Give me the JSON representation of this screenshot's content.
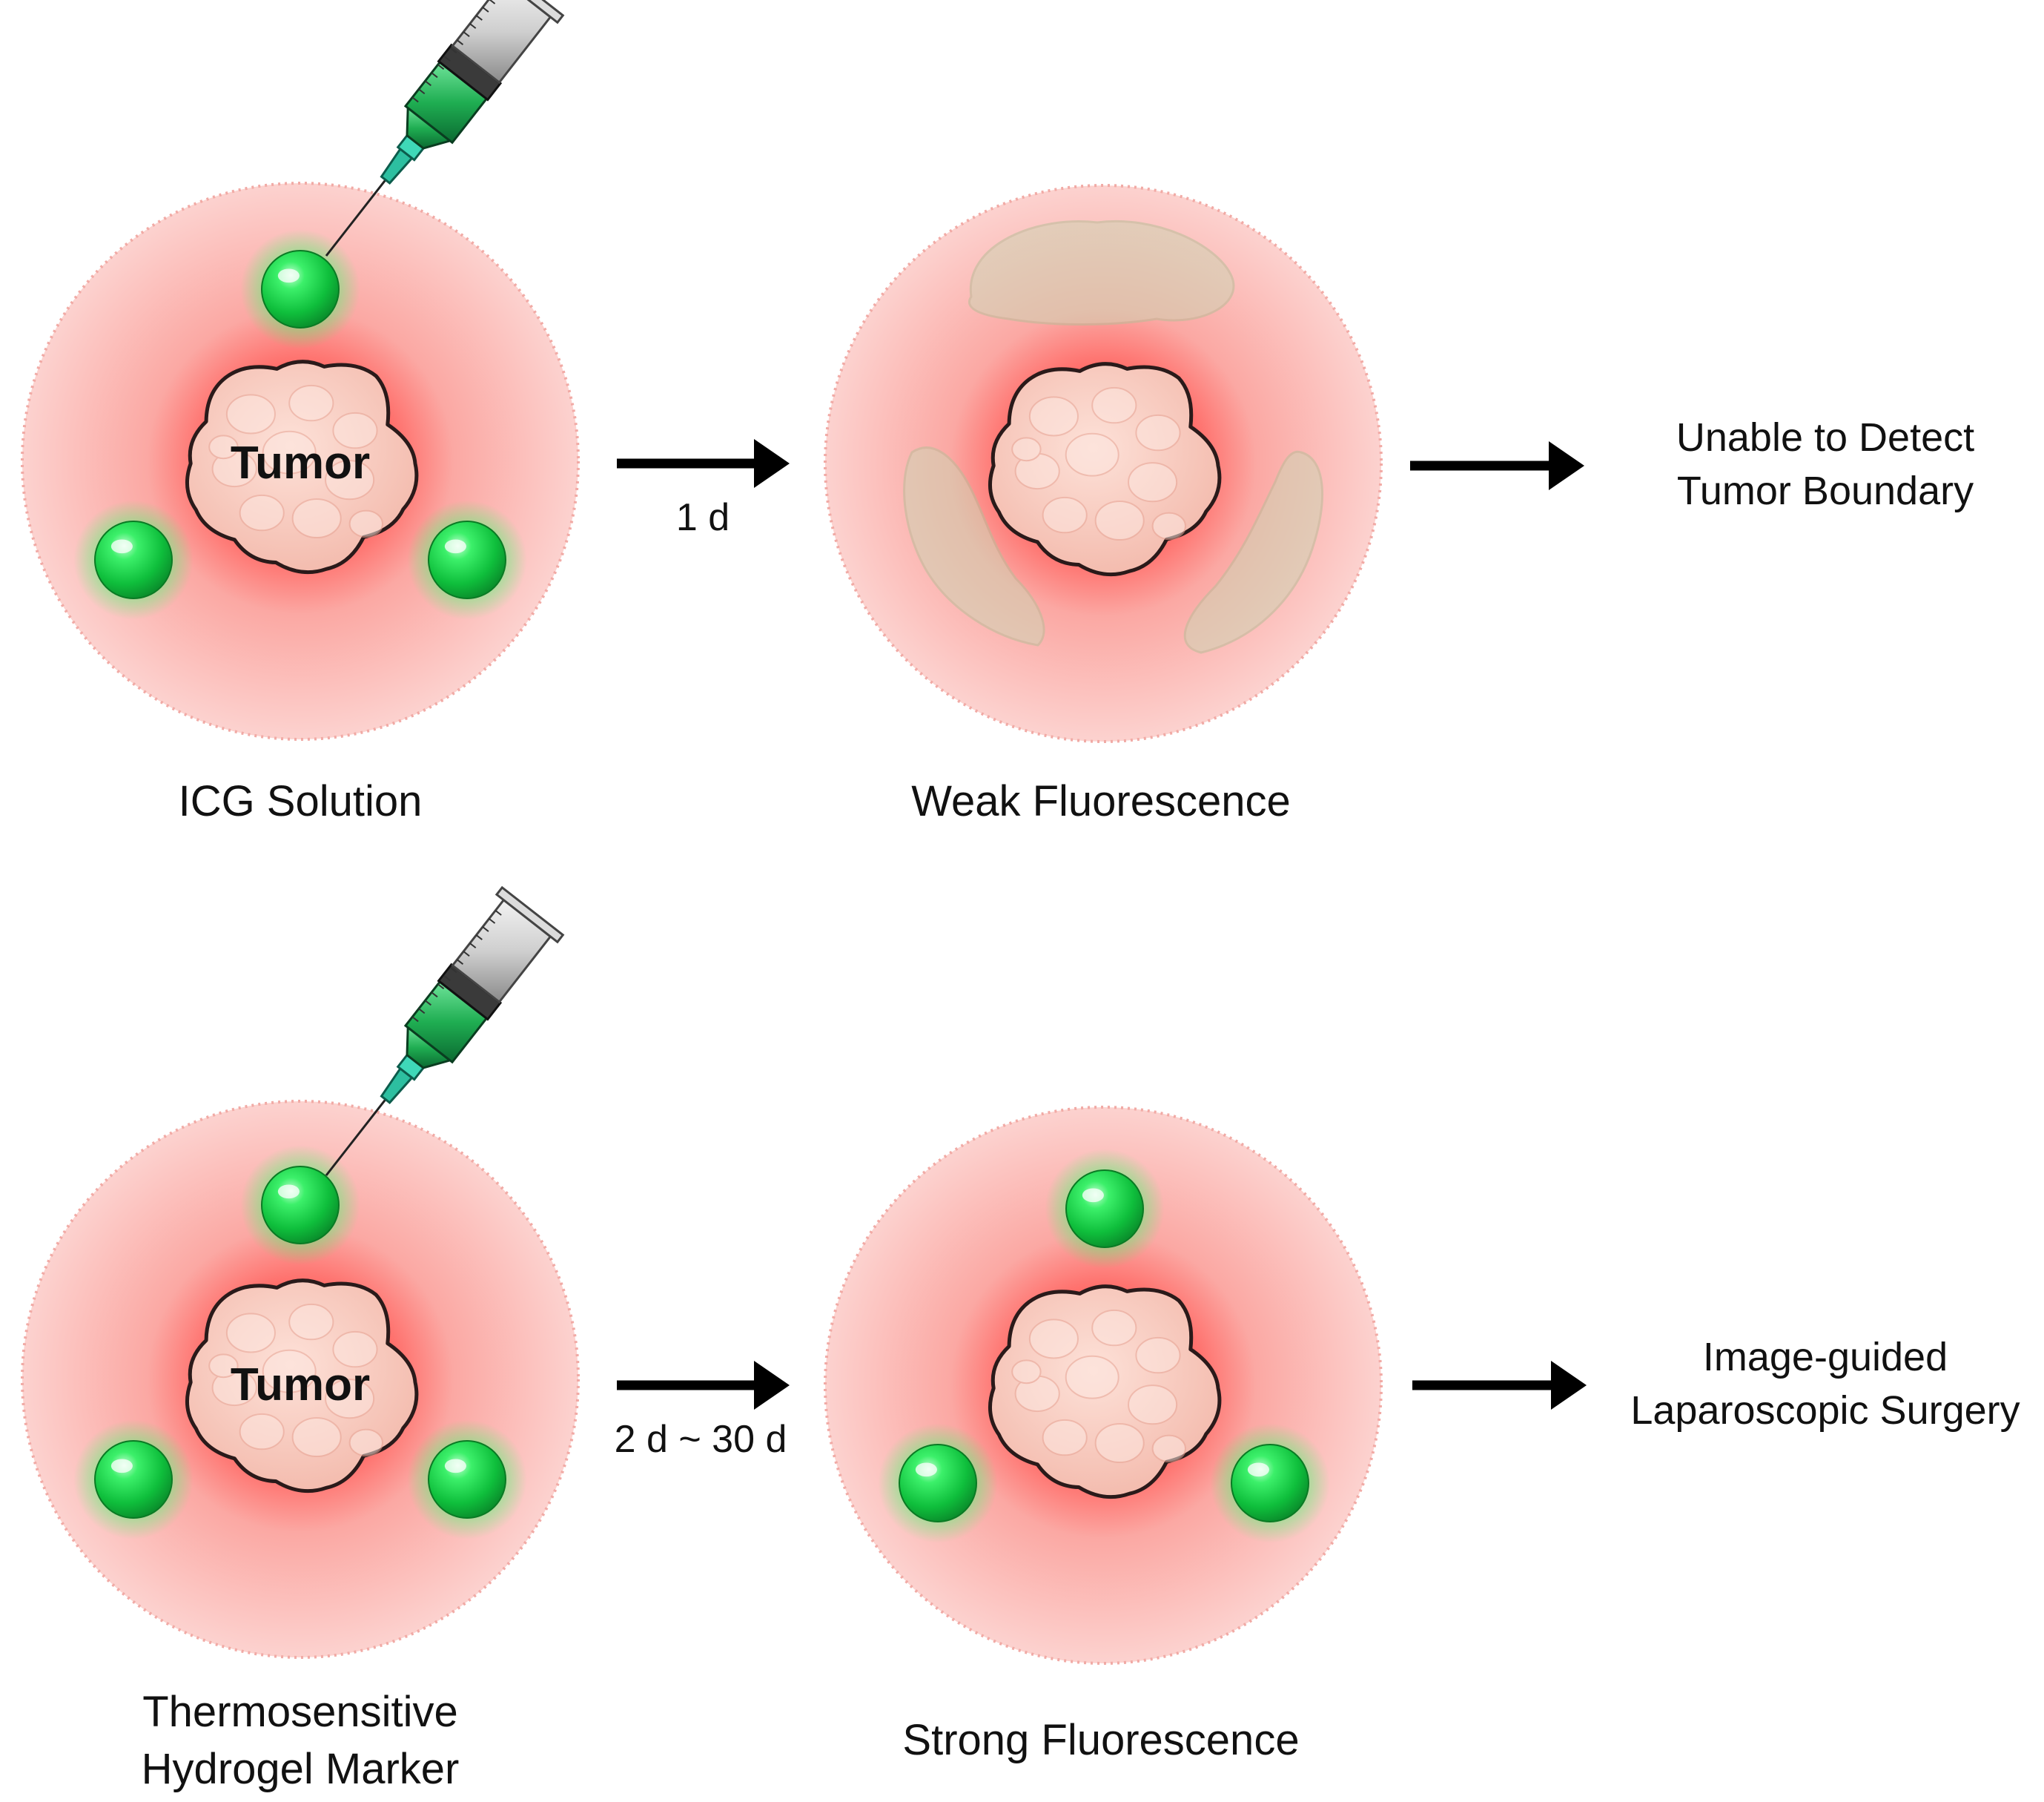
{
  "rows": [
    {
      "tumor_label": "Tumor",
      "start_caption": [
        "ICG Solution"
      ],
      "time_label": "1 d",
      "mid_caption": [
        "Weak Fluorescence"
      ],
      "outcome": [
        "Unable to Detect",
        "Tumor Boundary"
      ],
      "marker_state": "diffused"
    },
    {
      "tumor_label": "Tumor",
      "start_caption": [
        "Thermosensitive",
        "Hydrogel Marker"
      ],
      "time_label": "2 d ~ 30 d",
      "mid_caption": [
        "Strong Fluorescence"
      ],
      "outcome": [
        "Image-guided",
        "Laparoscopic Surgery"
      ],
      "marker_state": "retained"
    }
  ],
  "colors": {
    "tissue": "#fbc4c0",
    "tissue_edge": "#f4a7a2",
    "tumor_glow": "#ff4b4b",
    "tumor_fill": "#f9c9bd",
    "tumor_outline": "#2a1a1a",
    "marker": "#19d94a",
    "marker_glow": "#40ff70",
    "diffused_marker": "#cfd3b3",
    "syringe_liquid": "#26c05c",
    "arrow": "#000000"
  },
  "icons": {
    "syringe": "syringe-icon",
    "arrow": "right-arrow-icon"
  }
}
